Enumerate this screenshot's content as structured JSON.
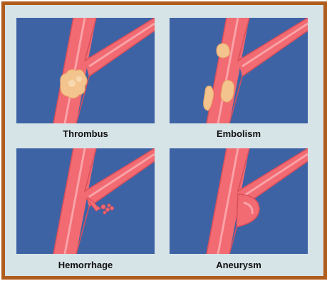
{
  "colors": {
    "frame": "#b05c1c",
    "background": "#d6e3e7",
    "panel_fill": "#3e63a5",
    "vessel": "#f26a72",
    "vessel_highlight": "#f9a3a8",
    "clot": "#f4c48e"
  },
  "panels": [
    {
      "caption": "Thrombus",
      "icon": "thrombus-illustration"
    },
    {
      "caption": "Embolism",
      "icon": "embolism-illustration"
    },
    {
      "caption": "Hemorrhage",
      "icon": "hemorrhage-illustration"
    },
    {
      "caption": "Aneurysm",
      "icon": "aneurysm-illustration"
    }
  ]
}
